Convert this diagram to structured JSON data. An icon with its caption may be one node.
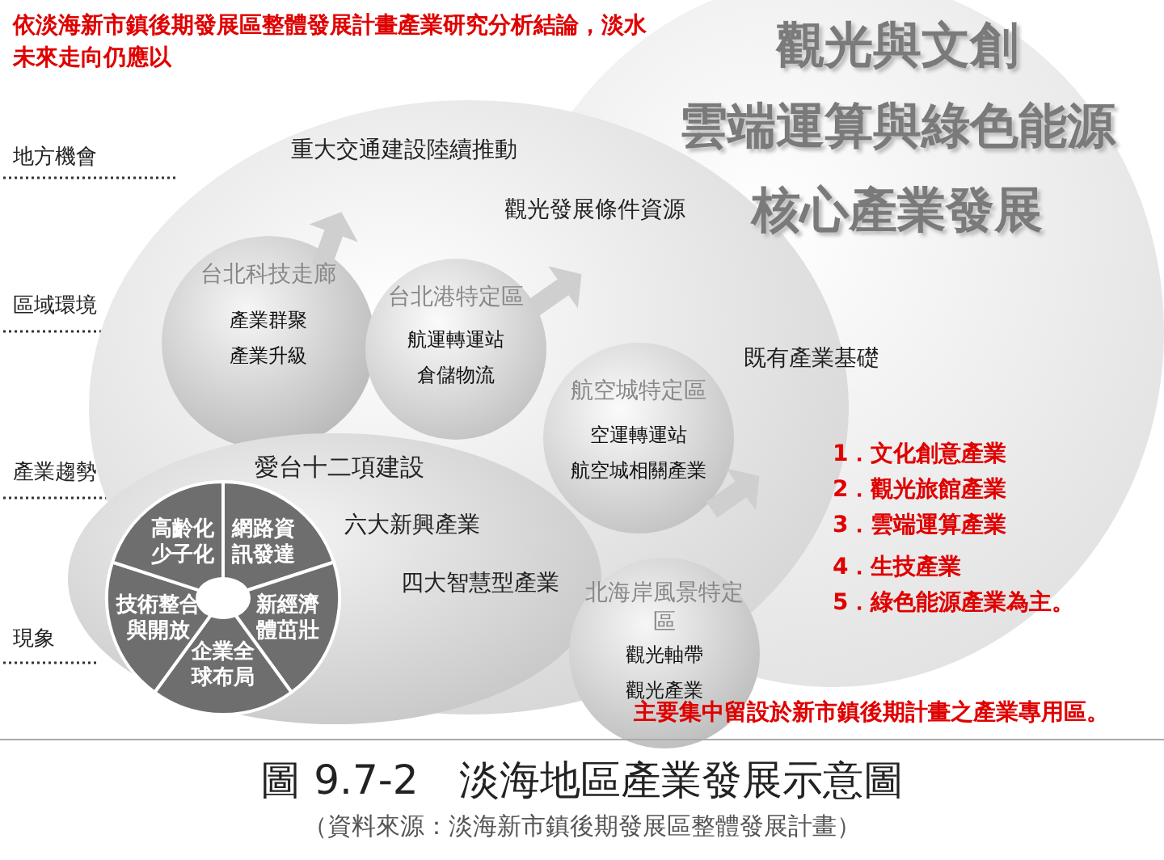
{
  "diagram": {
    "title": "圖 9.7-2　淡海地區產業發展示意圖",
    "caption": "（資料來源：淡海新市鎮後期發展區整體發展計畫）",
    "nodes": [
      {
        "text": [
          "重大交通建設陸續推動",
          "觀光發展條件資源",
          "既有產業基礎"
        ]
      },
      {
        "text": [
          "台北科技走廊",
          "產業群聚",
          "產業升級"
        ],
        "in": 0
      },
      {
        "text": [
          "台北港特定區",
          "航運轉運站",
          "倉儲物流"
        ],
        "in": 0
      },
      {
        "text": [
          "航空城特定區",
          "空運轉運站",
          "航空城相關產業"
        ],
        "in": 0
      },
      {
        "text": [
          "愛台十二項建設",
          "六大新興產業",
          "四大智慧型產業"
        ]
      },
      {
        "text": [
          "高齡化少子化"
        ],
        "in": 4
      },
      {
        "text": [
          "網路資訊發達"
        ],
        "in": 4
      },
      {
        "text": [
          "技術整合與開放"
        ],
        "in": 4
      },
      {
        "text": [
          "新經濟體茁壯"
        ],
        "in": 4
      },
      {
        "text": [
          "企業全球布局"
        ],
        "in": 4
      },
      {
        "text": [
          "北海岸風景特定區",
          "觀光軸帶",
          "觀光產業"
        ]
      }
    ],
    "labels": [
      "依淡海新市鎮後期發展區整體發展計畫產業研究分析結論，淡水未來走向仍應以",
      "觀光與文創",
      "雲端運算與綠色能源",
      "地方機會",
      "核心產業發展",
      "區域環境",
      "產業趨勢",
      "1．文化創意產業",
      "2．觀光旅館產業",
      "3．雲端運算產業",
      "4．生技產業",
      "5．綠色能源產業為主。",
      "現象",
      "主要集中留設於新市鎮後期計畫之產業專用區。"
    ]
  }
}
